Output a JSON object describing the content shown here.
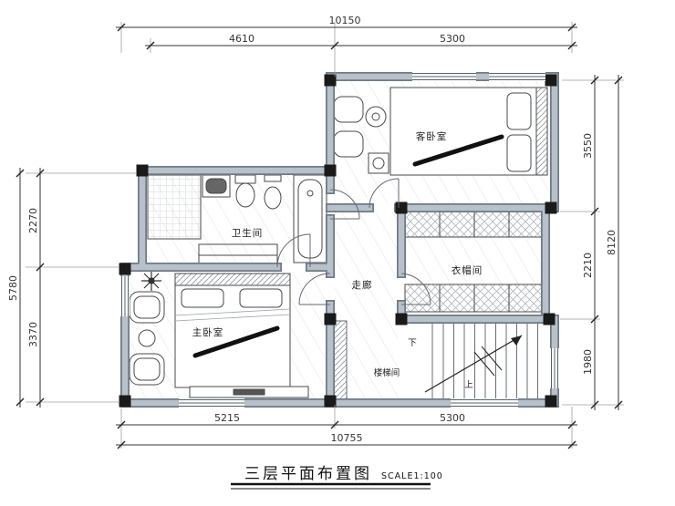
{
  "title": {
    "text": "三层平面布置图",
    "scale": "SCALE1:100"
  },
  "rooms": {
    "guest_bedroom": "客卧室",
    "bathroom": "卫生间",
    "master_bedroom": "主卧室",
    "corridor": "走廊",
    "cloakroom": "衣帽间",
    "stairwell": "楼梯间",
    "stairs_down": "下",
    "stairs_up": "上"
  },
  "dimensions": {
    "top": {
      "total": "10150",
      "segments": [
        "4610",
        "5300"
      ]
    },
    "bottom": {
      "total": "10755",
      "segments": [
        "5215",
        "5300"
      ]
    },
    "left": {
      "total": "5780",
      "segments": [
        "2270",
        "3370"
      ]
    },
    "right": {
      "total": "8120",
      "segments": [
        "3550",
        "2210",
        "1980"
      ]
    }
  },
  "colors": {
    "wall_fill": "#b8c1c9",
    "wall_edge": "#6f7a84",
    "column": "#1a1a1a",
    "dim_line": "#333333",
    "floor_hatch": "#dde1e5"
  }
}
